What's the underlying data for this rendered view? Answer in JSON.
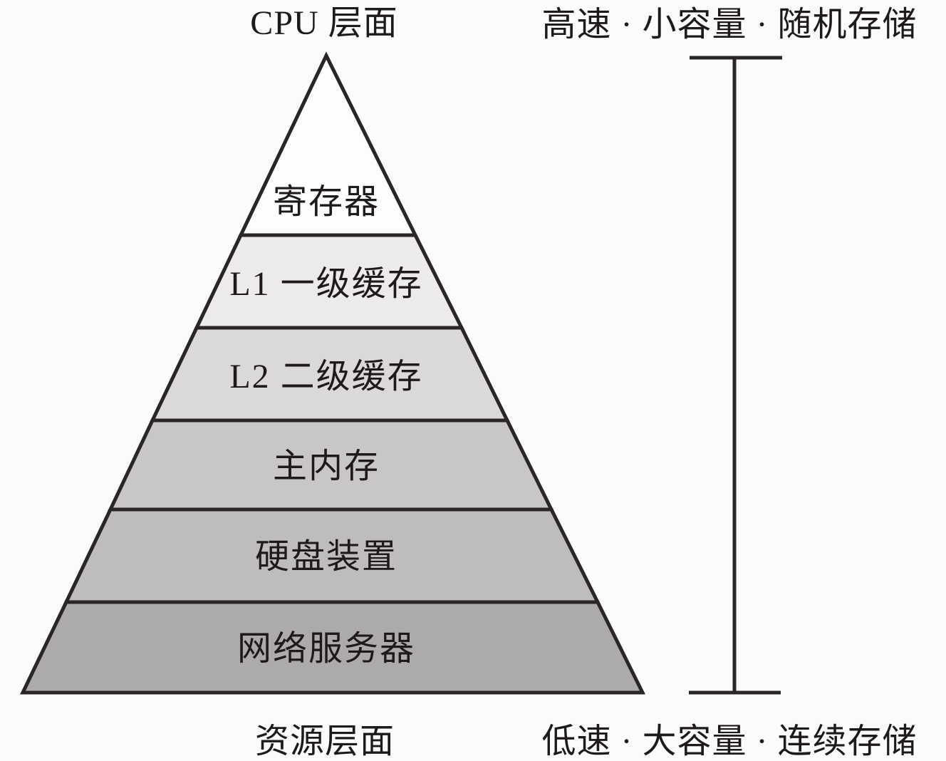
{
  "header": {
    "left_label": "CPU 层面",
    "right_label": "高速 · 小容量 · 随机存储"
  },
  "footer": {
    "left_label": "资源层面",
    "right_label": "低速 · 大容量 · 连续存储"
  },
  "pyramid": {
    "layers": [
      {
        "label": "寄存器",
        "color": "#fdfdfe"
      },
      {
        "label": "L1 一级缓存",
        "color": "#eceaed"
      },
      {
        "label": "L2 二级缓存",
        "color": "#dad8db"
      },
      {
        "label": "主内存",
        "color": "#c8c6c9"
      },
      {
        "label": "硬盘装置",
        "color": "#bebcbf"
      },
      {
        "label": "网络服务器",
        "color": "#acaaad"
      }
    ]
  },
  "colors": {
    "outline": "#2a2526",
    "range_line": "#2a2526",
    "text": "#1e1a1c"
  }
}
